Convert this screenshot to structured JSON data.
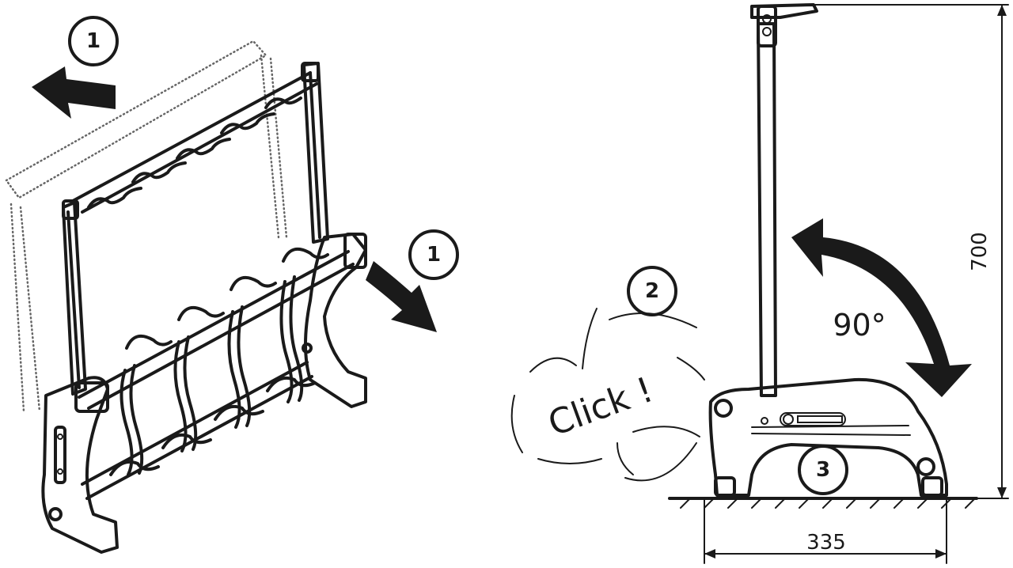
{
  "steps": {
    "step1_top": "1",
    "step1_right": "1",
    "step2": "2",
    "step3": "3"
  },
  "annotations": {
    "sound": "Click !",
    "angle": "90°"
  },
  "dimensions": {
    "height": "700",
    "width": "335"
  }
}
